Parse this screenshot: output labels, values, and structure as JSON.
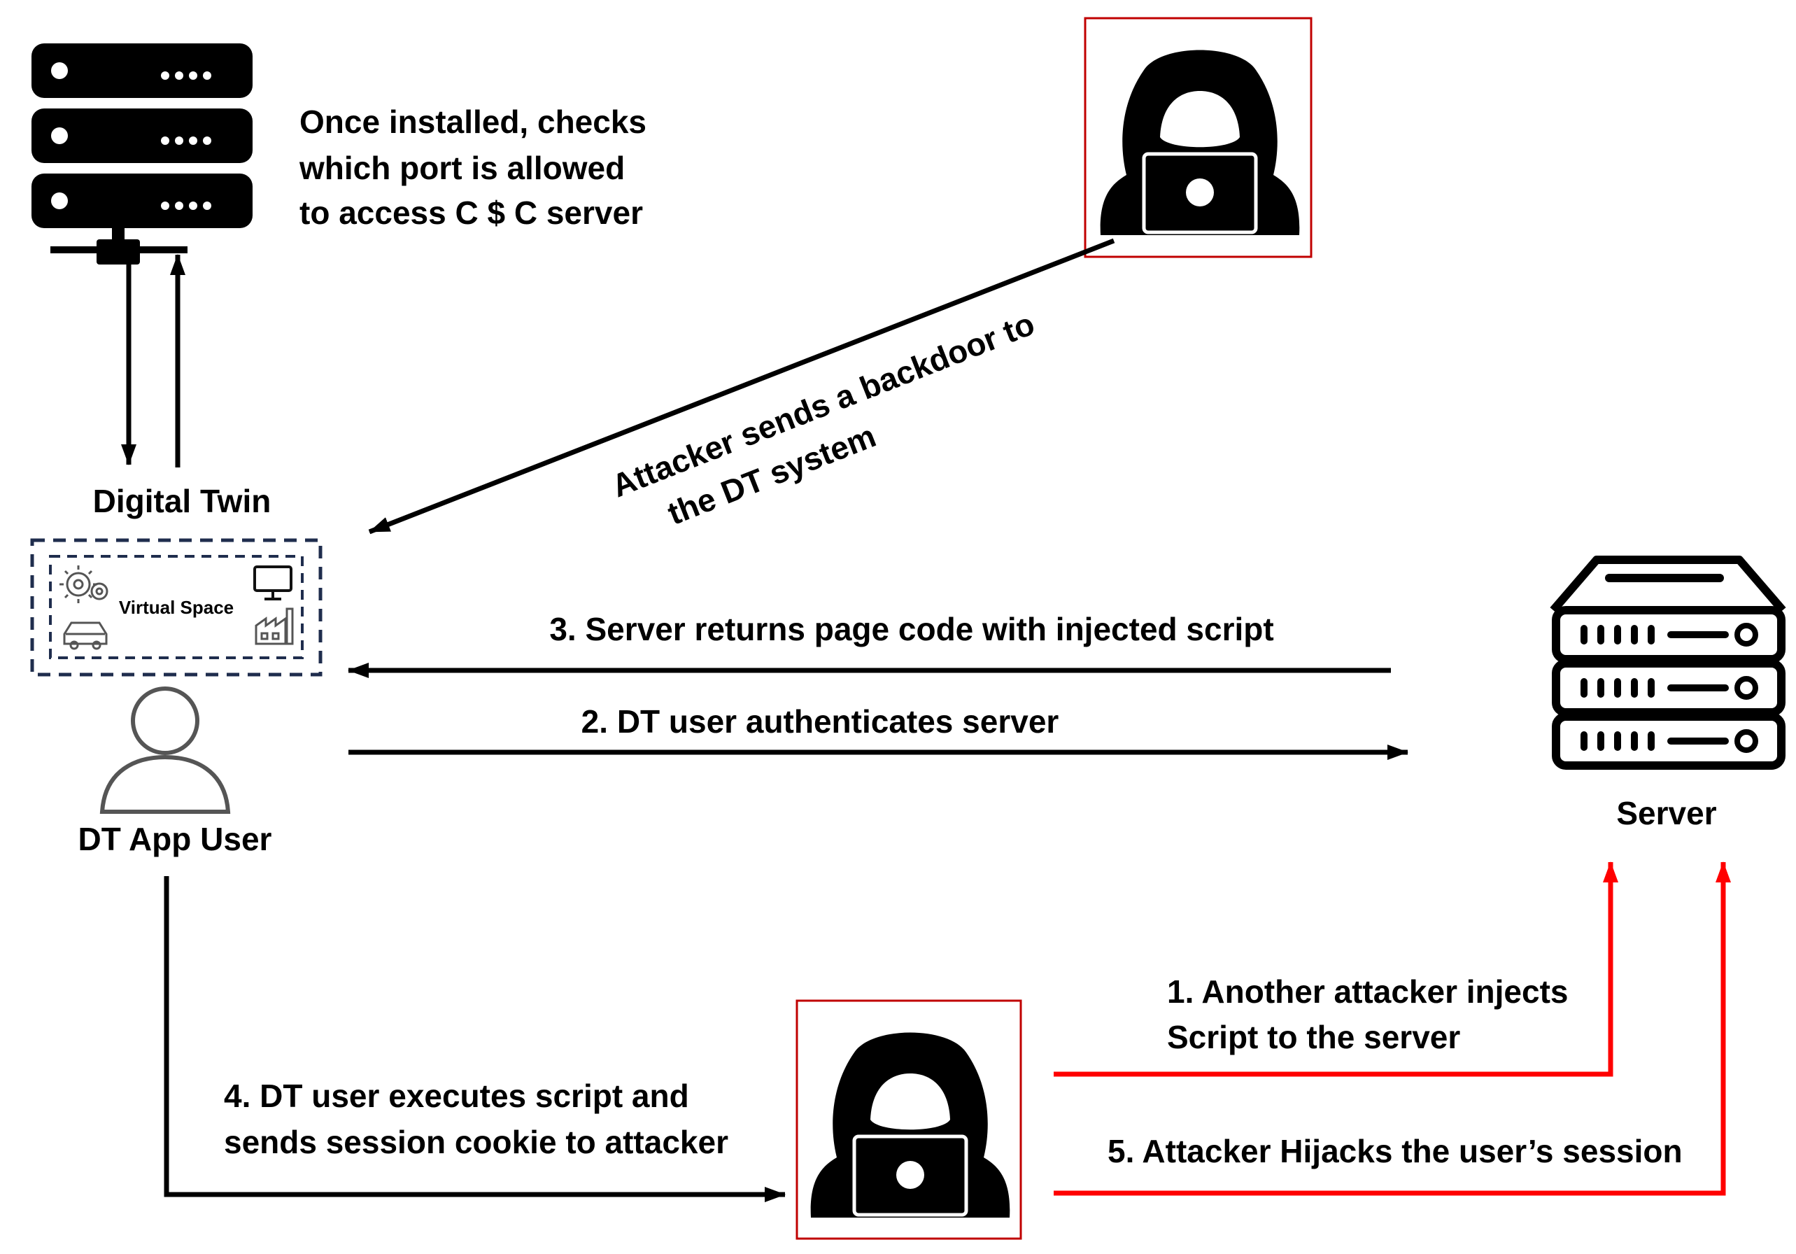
{
  "diagram": {
    "nodes": {
      "cc_server": {
        "icon": "server-rack-icon",
        "caption_lines": [
          "Once installed, checks",
          "which port is allowed",
          "to access C $ C server"
        ]
      },
      "attacker_top": {
        "icon": "hooded-hacker-icon"
      },
      "digital_twin": {
        "label": "Digital Twin",
        "inner_label": "Virtual Space",
        "icons": [
          "gears-icon",
          "monitor-icon",
          "car-icon",
          "factory-icon"
        ]
      },
      "dt_user": {
        "icon": "user-avatar-icon",
        "label": "DT App User"
      },
      "server": {
        "icon": "server-stack-icon",
        "label": "Server"
      },
      "attacker_bottom": {
        "icon": "hooded-hacker-icon"
      }
    },
    "edges": {
      "backdoor": {
        "label_lines": [
          "Attacker sends a backdoor to",
          "the DT system"
        ]
      },
      "step3": {
        "label": "3. Server returns page code with injected script"
      },
      "step2": {
        "label": "2. DT user authenticates server"
      },
      "step4": {
        "label_lines": [
          "4. DT user executes script and",
          "sends session cookie to attacker"
        ]
      },
      "step1": {
        "label_lines": [
          "1. Another attacker injects",
          "Script to the server"
        ]
      },
      "step5": {
        "label": "5. Attacker Hijacks the user’s session"
      }
    }
  },
  "colors": {
    "ink": "#000000",
    "attack": "#ff0000",
    "frame_red": "#c00000",
    "dashed_border": "#1f2d4d",
    "icon_gray": "#555555"
  }
}
